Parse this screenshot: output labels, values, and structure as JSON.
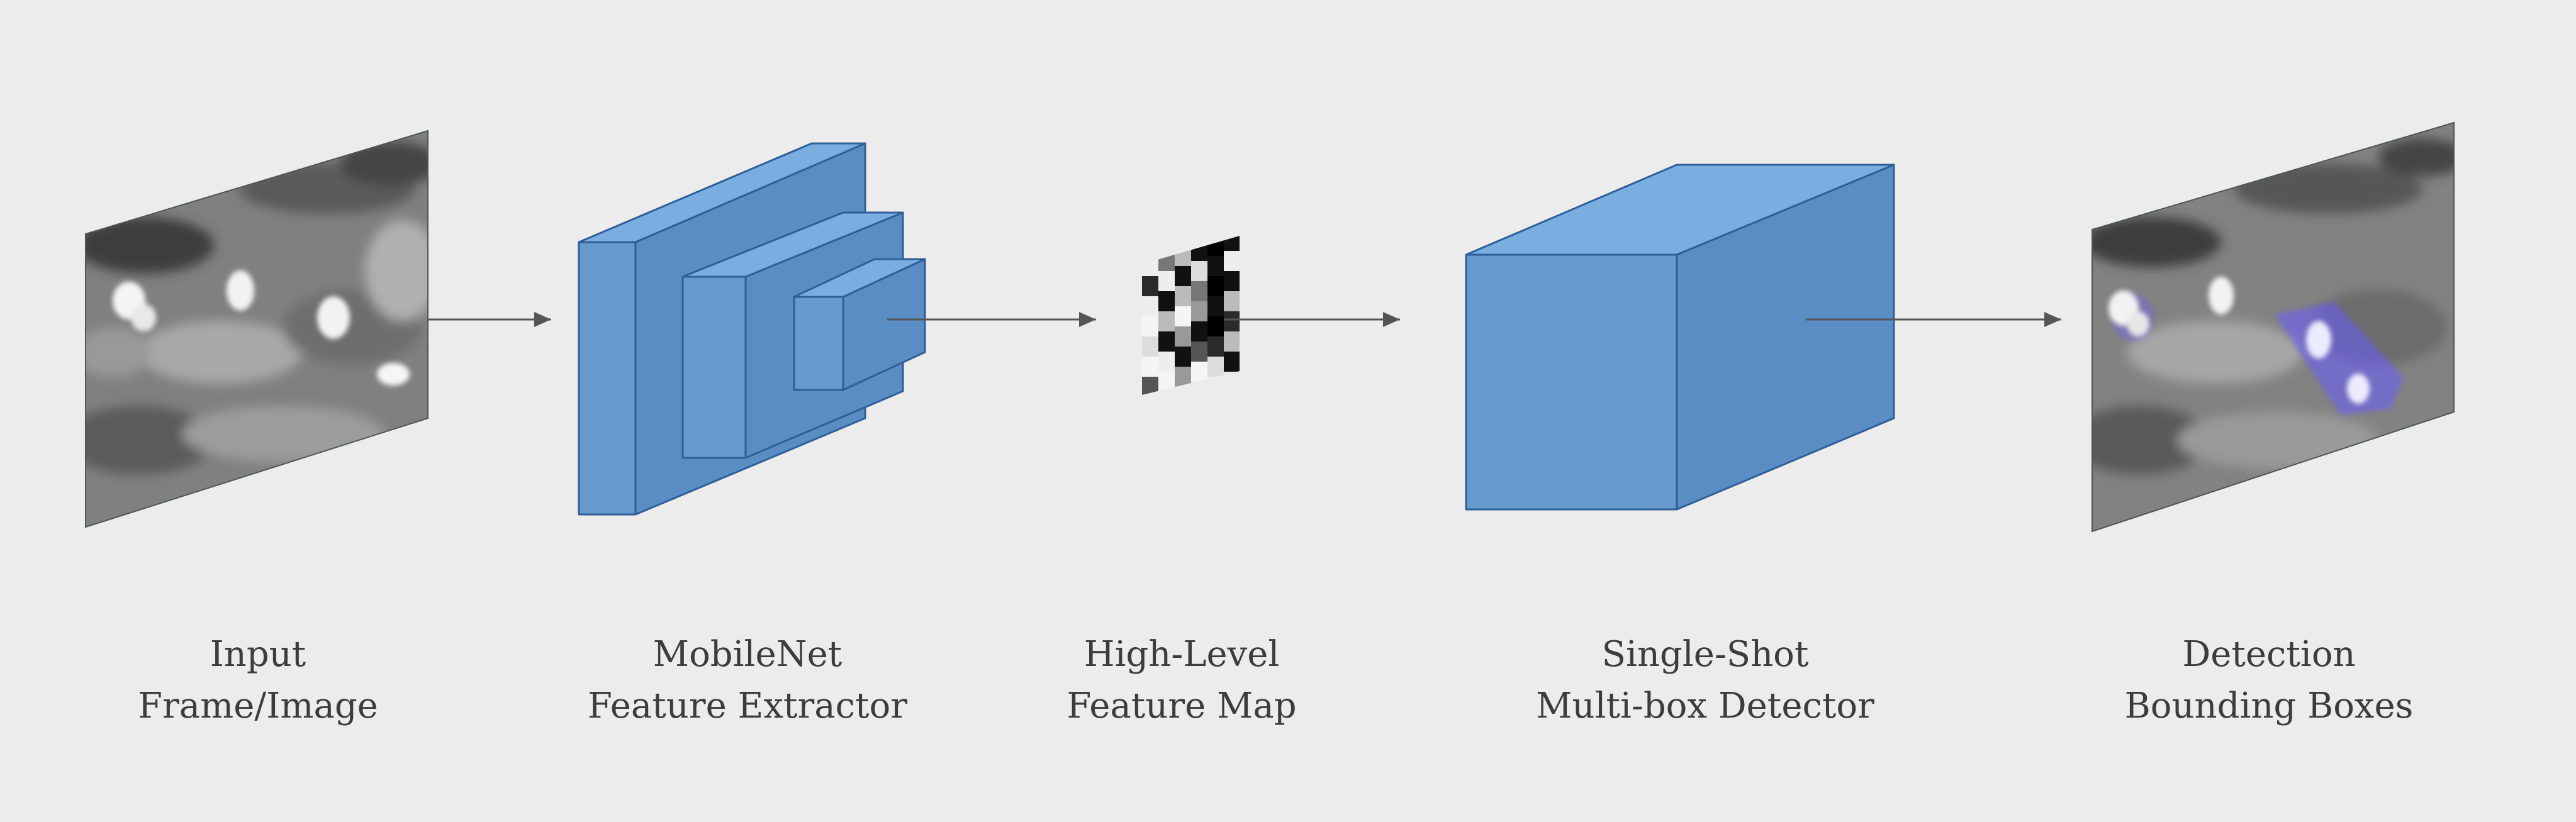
{
  "colors": {
    "background": "#ececec",
    "block_fill": "#6699cc",
    "block_stroke": "#2f5f98",
    "arrow": "#555555",
    "detection_highlight": "#6a5cff"
  },
  "stages": [
    {
      "id": "input",
      "line1": "Input",
      "line2": "Frame/Image",
      "visual": "thermal-image"
    },
    {
      "id": "mobilenet",
      "line1": "MobileNet",
      "line2": "Feature Extractor",
      "visual": "nested-blocks"
    },
    {
      "id": "feature-map",
      "line1": "High-Level",
      "line2": "Feature Map",
      "visual": "checkerboard"
    },
    {
      "id": "ssd",
      "line1": "Single-Shot",
      "line2": "Multi-box Detector",
      "visual": "box"
    },
    {
      "id": "detection",
      "line1": "Detection",
      "line2": "Bounding Boxes",
      "visual": "thermal-image-with-boxes"
    }
  ]
}
